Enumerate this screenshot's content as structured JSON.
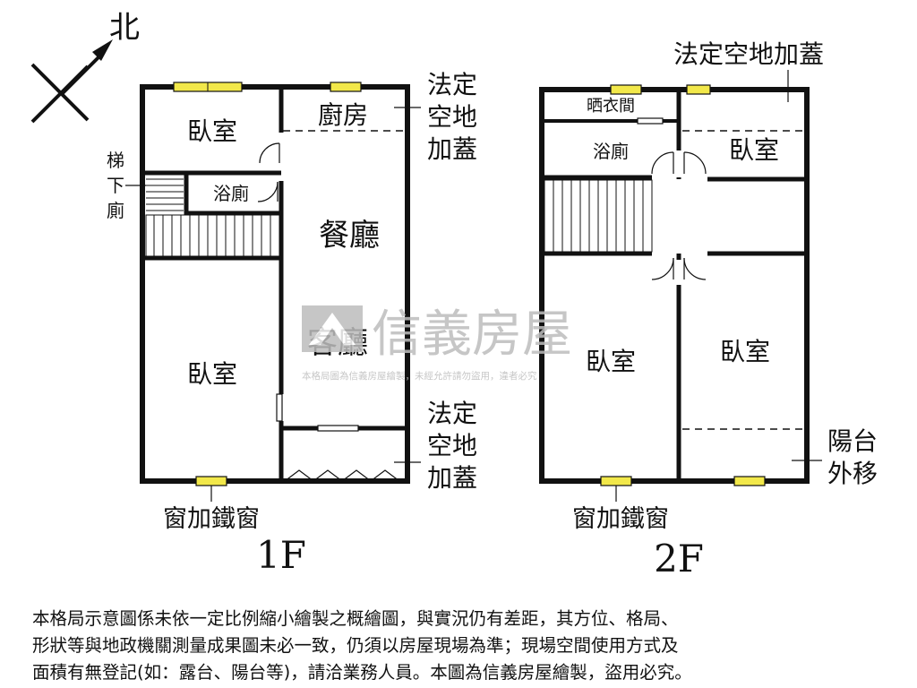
{
  "compass": {
    "north": "北"
  },
  "floor1": {
    "label": "1F",
    "rooms": {
      "bedroom_top": "臥室",
      "kitchen": "廚房",
      "bathroom": "浴廁",
      "dining": "餐廳",
      "living": "客廳",
      "bedroom_bottom": "臥室"
    },
    "annotations": {
      "stair_toilet": [
        "梯",
        "下",
        "廁"
      ],
      "legal_addition_top": [
        "法定",
        "空地",
        "加蓋"
      ],
      "legal_addition_bottom": [
        "法定",
        "空地",
        "加蓋"
      ],
      "window": "窗加鐵窗"
    }
  },
  "floor2": {
    "label": "2F",
    "rooms": {
      "laundry": "晒衣間",
      "bathroom": "浴廁",
      "bedroom_ne": "臥室",
      "bedroom_sw": "臥室",
      "bedroom_se": "臥室"
    },
    "annotations": {
      "legal_addition": "法定空地加蓋",
      "balcony": [
        "陽台",
        "外移"
      ],
      "window": "窗加鐵窗"
    }
  },
  "watermark": {
    "brand": "信義房屋",
    "notice": "本格局圖為信義房屋繪製，未經允許請勿盜用，違者必究"
  },
  "colors": {
    "window": "#f2e84a",
    "wall": "#111111",
    "watermark": "#bdbdbd"
  },
  "disclaimer": [
    "本格局示意圖係未依一定比例縮小繪製之概繪圖，與實況仍有差距，其方位、格局、",
    "形狀等與地政機關測量成果圖未必一致，仍須以房屋現場為準；現場空間使用方式及",
    "面積有無登記(如：露台、陽台等)，請洽業務人員。本圖為信義房屋繪製，盜用必究。"
  ]
}
